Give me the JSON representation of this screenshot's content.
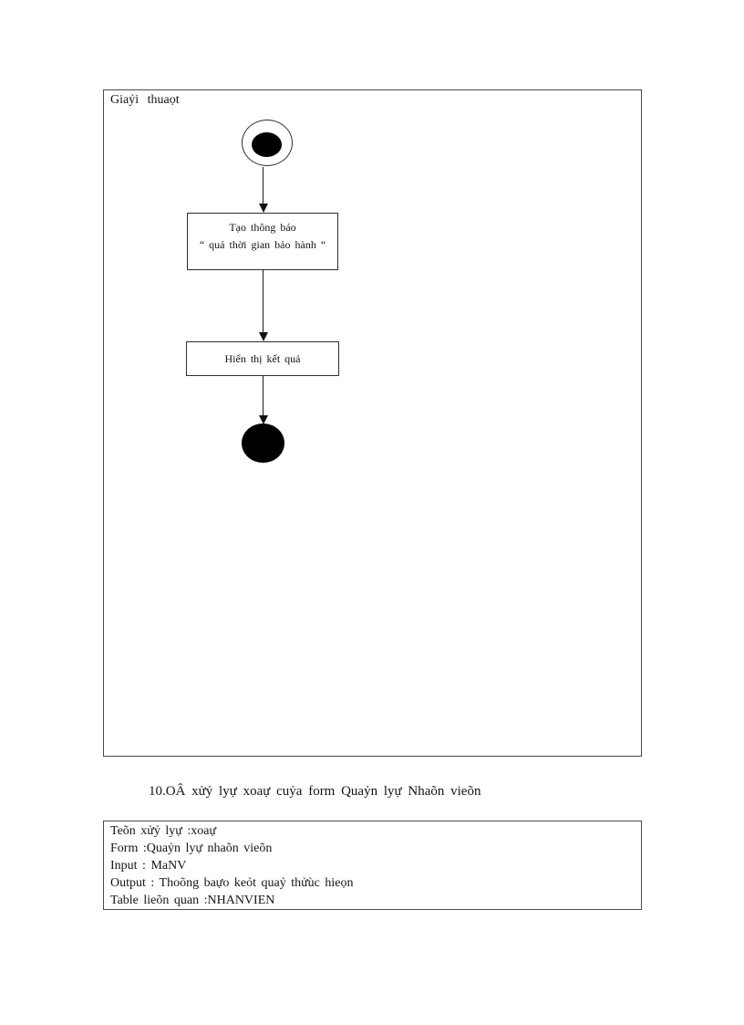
{
  "colors": {
    "page_bg": "#ffffff",
    "ink": "#141414",
    "frame_border": "#4a4a4a",
    "node_fill": "#000000"
  },
  "diagram_frame": {
    "label": "Giaỷi thuaọt",
    "flowchart": {
      "start_node": "initial-state",
      "activity1": {
        "line1": "Tạo thông báo",
        "line2": "“ quá thời gian bảo hành “"
      },
      "activity2": {
        "label": "Hiển thị kết quả"
      },
      "end_node": "final-state"
    }
  },
  "heading": {
    "text": "10.OÂ xửỷ lyự xoaự cuỷa form Quaỷn lyự Nhaõn vieõn"
  },
  "spec_box": {
    "lines": [
      "Teõn xửỷ lyự :xoaự",
      "Form :Quaỷn lyự nhaõn vieõn",
      "Input : MaNV",
      "Output : Thoõng baựo keỏt quaỷ thửùc hieọn",
      "Table lieõn quan :NHANVIEN"
    ]
  }
}
